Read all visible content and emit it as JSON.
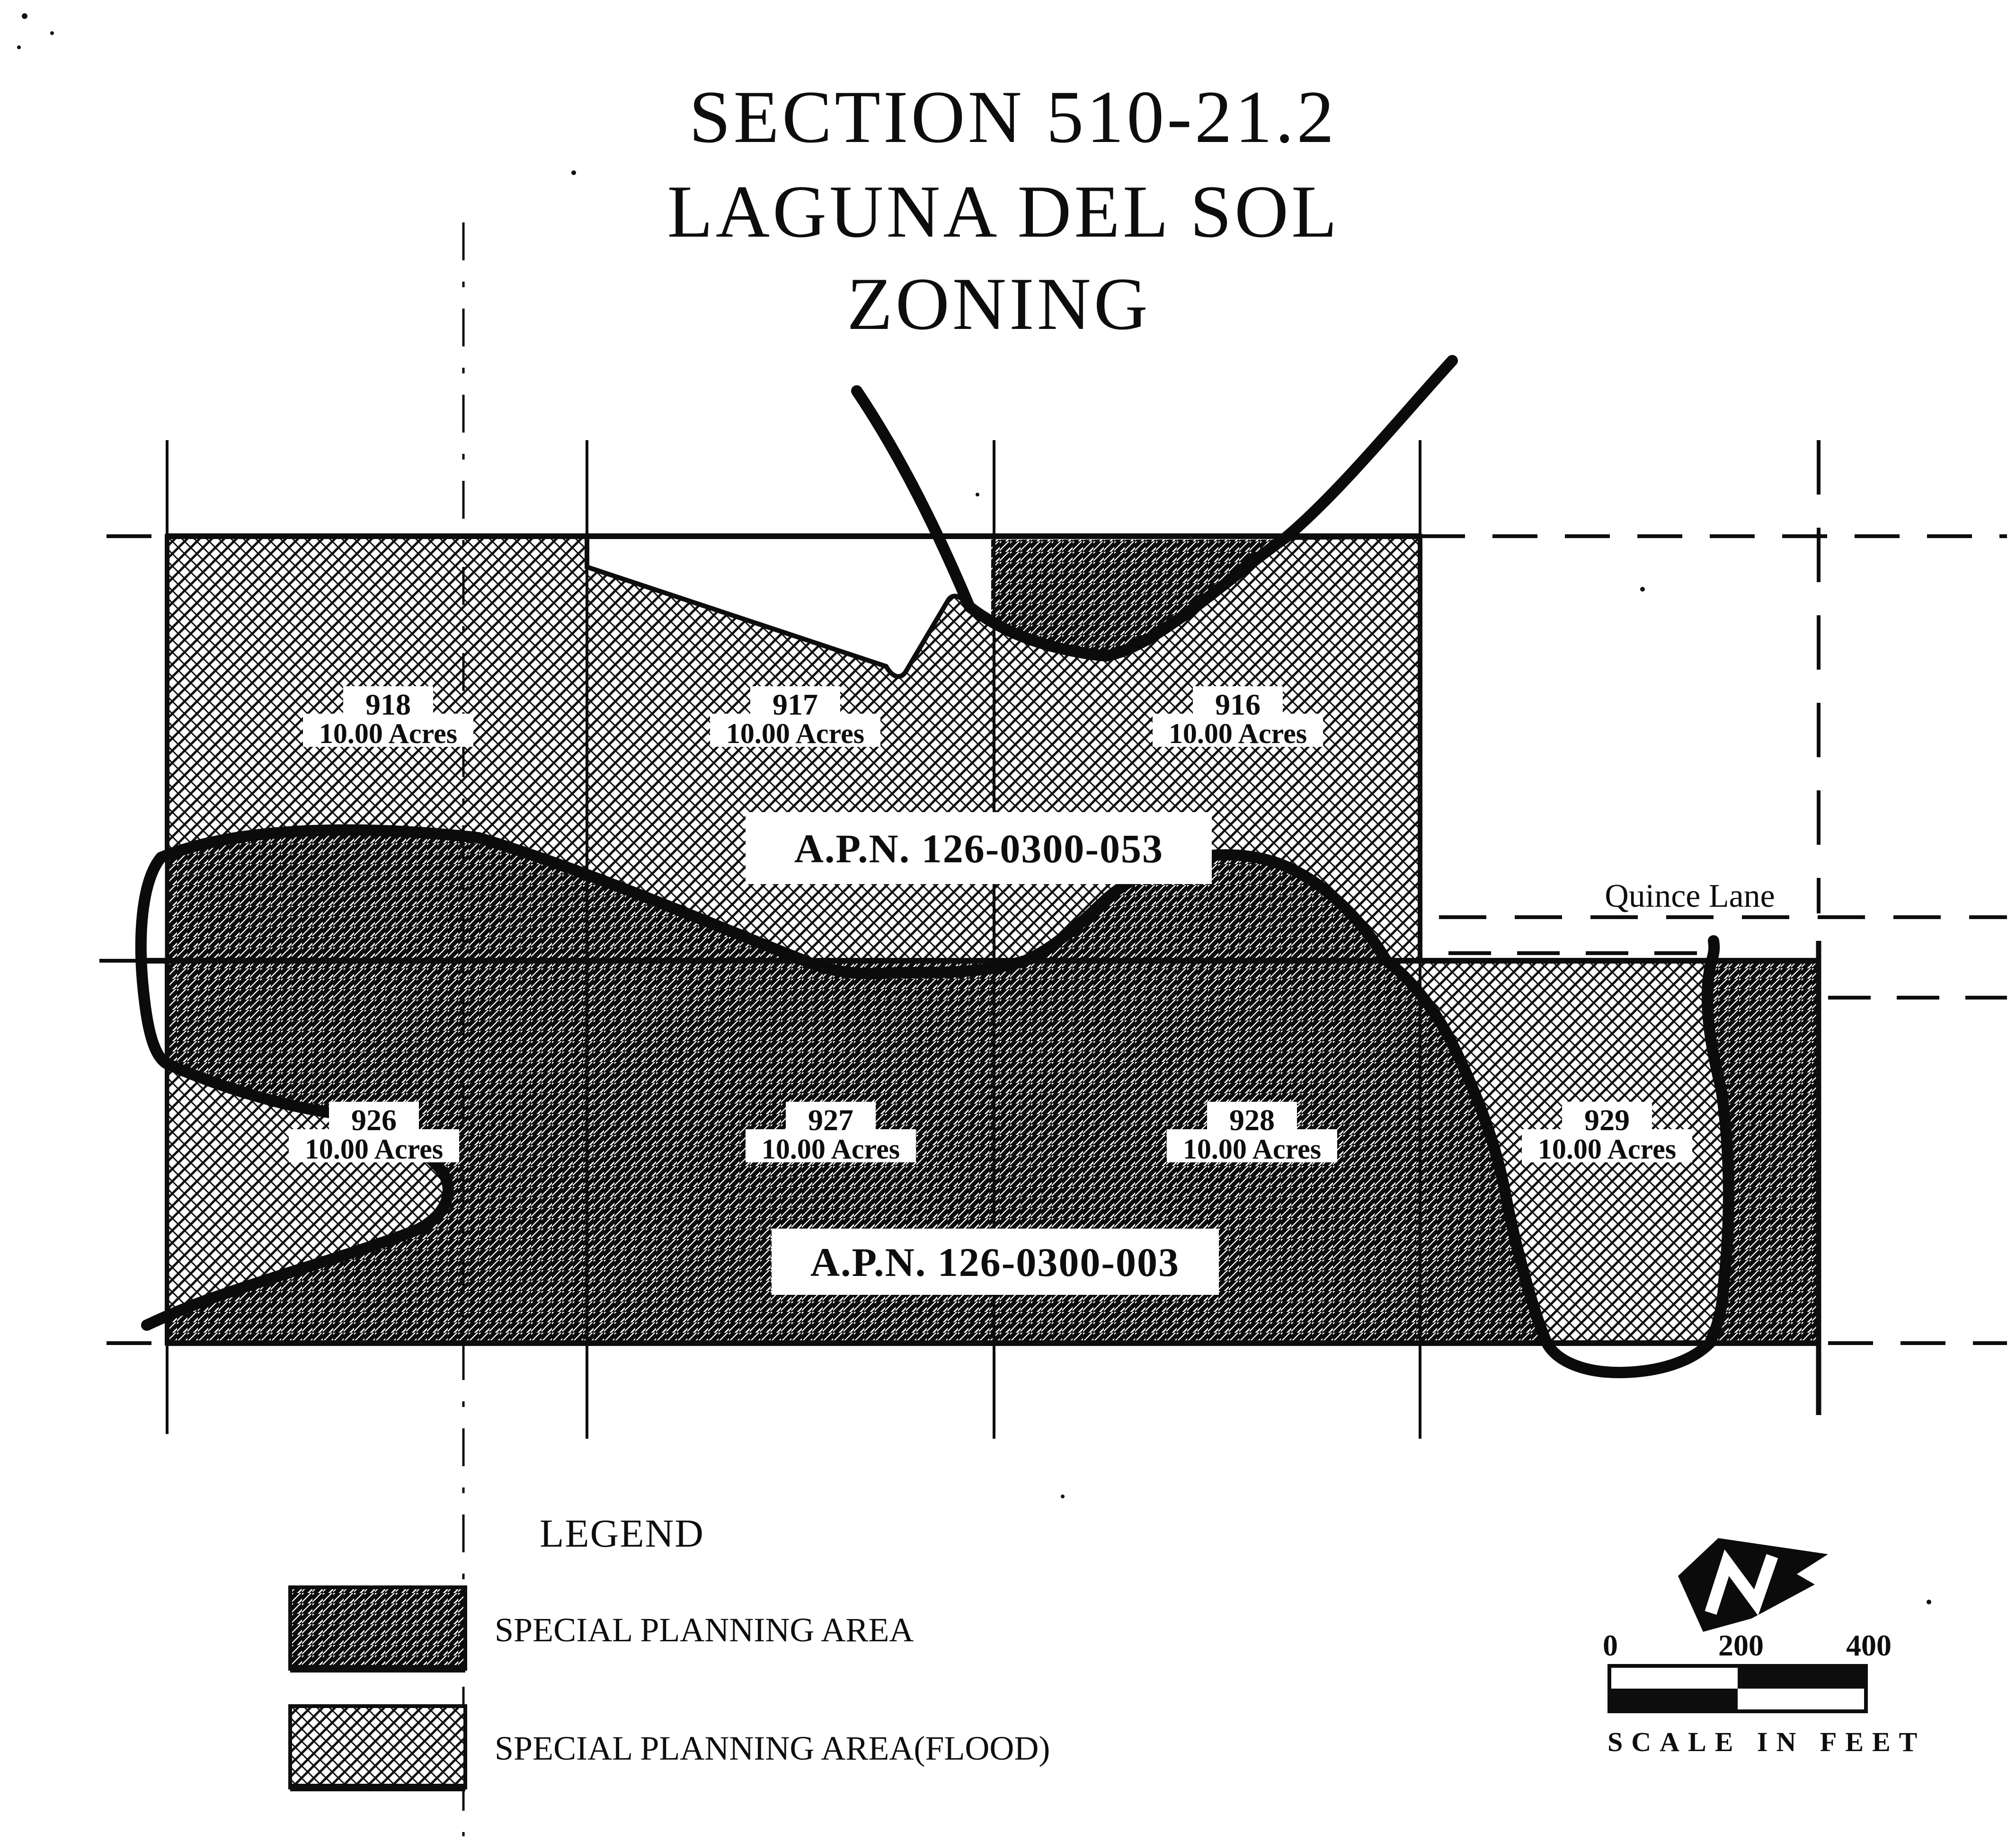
{
  "document": {
    "title_lines": [
      "SECTION 510-21.2",
      "LAGUNA DEL SOL",
      "ZONING"
    ]
  },
  "map": {
    "road_label": "Quince Lane",
    "north_apn": "A.P.N.  126-0300-053",
    "south_apn": "A.P.N.  126-0300-003",
    "parcels": [
      {
        "number": "918",
        "area": "10.00 Acres"
      },
      {
        "number": "917",
        "area": "10.00 Acres"
      },
      {
        "number": "916",
        "area": "10.00 Acres"
      },
      {
        "number": "926",
        "area": "10.00 Acres"
      },
      {
        "number": "927",
        "area": "10.00 Acres"
      },
      {
        "number": "928",
        "area": "10.00 Acres"
      },
      {
        "number": "929",
        "area": "10.00 Acres"
      }
    ]
  },
  "legend": {
    "heading": "LEGEND",
    "items": [
      {
        "label": "SPECIAL PLANNING AREA",
        "pattern": "diagonal-hatch"
      },
      {
        "label": "SPECIAL PLANNING AREA(FLOOD)",
        "pattern": "cross-stipple"
      }
    ]
  },
  "scale_bar": {
    "ticks": [
      "0",
      "200",
      "400"
    ],
    "caption": "SCALE IN FEET"
  },
  "colors": {
    "ink": "#0d0d0d",
    "paper": "#ffffff"
  }
}
